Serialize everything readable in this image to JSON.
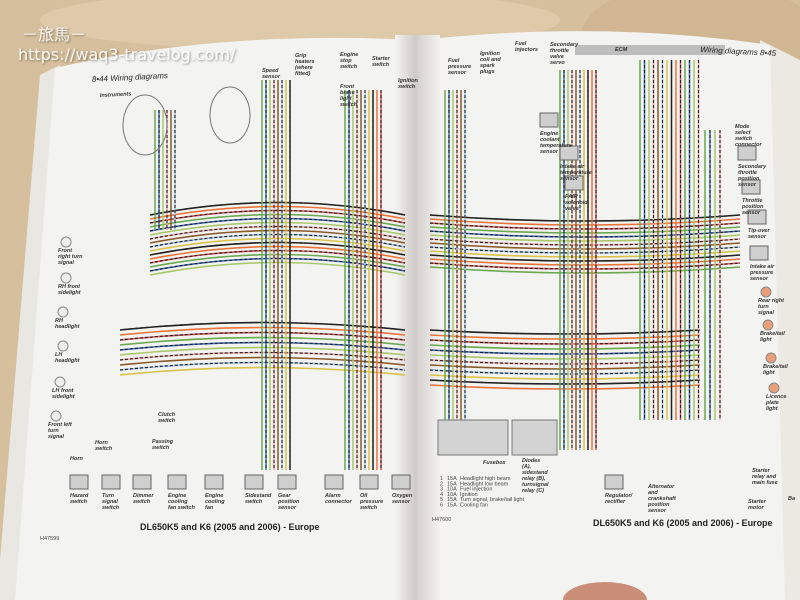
{
  "watermark": {
    "site_name": "－旅馬－",
    "url": "https://waq3-travelog.com/"
  },
  "wire_colors": [
    "#222222",
    "#e8743a",
    "#e05050",
    "#6aa84f",
    "#3c6fc4",
    "#a8c86a",
    "#f2a5a5",
    "#8b5a2b",
    "#9fc5e8",
    "#d9c24a"
  ],
  "left_page": {
    "header": "8•44  Wiring diagrams",
    "instruments_title": "Instruments",
    "top_components": [
      "Speed sensor",
      "Grip heaters (where fitted)",
      "Engine stop switch",
      "Starter switch",
      "Front brake light switch",
      "Ignition switch"
    ],
    "side_components": [
      "Front right turn signal",
      "RH front sidelight",
      "RH headlight",
      "LH headlight",
      "LH front sidelight",
      "Front left turn signal"
    ],
    "bottom_components": [
      "Horn",
      "Horn switch",
      "Clutch switch",
      "Passing switch",
      "Hazard switch",
      "Turn signal switch",
      "Dimmer switch",
      "Engine cooling fan switch",
      "Engine cooling fan",
      "Sidestand switch",
      "Gear position sensor",
      "Alarm connector",
      "Oil pressure switch",
      "Oxygen sensor"
    ],
    "code": "H47599",
    "caption": "DL650K5 and K6 (2005 and 2006) - Europe"
  },
  "right_page": {
    "header": "Wiring diagrams  8•45",
    "ecm_label": "ECM",
    "top_components": [
      "Fuel pressure sensor",
      "Ignition coil and spark plugs",
      "Fuel injectors",
      "Secondary throttle valve servo"
    ],
    "mid_components": [
      "Engine coolant temperature sensor",
      "Intake air temperature sensor",
      "PAIR solenoid valve"
    ],
    "side_components": [
      "Mode select switch connector",
      "Secondary throttle position sensor",
      "Throttle position sensor",
      "Tip-over sensor",
      "Intake air pressure sensor",
      "Rear right turn signal",
      "Brake/tail light",
      "Brake/tail light",
      "Licence plate light"
    ],
    "fusebox_label": "Fusebox",
    "diodes_label": "Diodes (A), sidestand relay (B), turnsignal relay (C)",
    "fuses": [
      {
        "no": "1",
        "rating": "15A",
        "circuit": "Headlight high beam"
      },
      {
        "no": "2",
        "rating": "15A",
        "circuit": "Headlight low beam"
      },
      {
        "no": "3",
        "rating": "10A",
        "circuit": "Fuel injection"
      },
      {
        "no": "4",
        "rating": "10A",
        "circuit": "Ignition"
      },
      {
        "no": "5",
        "rating": "15A",
        "circuit": "Turn signal, brake/tail light"
      },
      {
        "no": "6",
        "rating": "15A",
        "circuit": "Cooling fan"
      }
    ],
    "bottom_components": [
      "Regulator/ rectifier",
      "Alternator and crankshaft position sensor",
      "Starter relay and main fuse",
      "Starter motor",
      "Ba"
    ],
    "code": "H47600",
    "caption": "DL650K5 and K6 (2005 and 2006) - Europe"
  }
}
